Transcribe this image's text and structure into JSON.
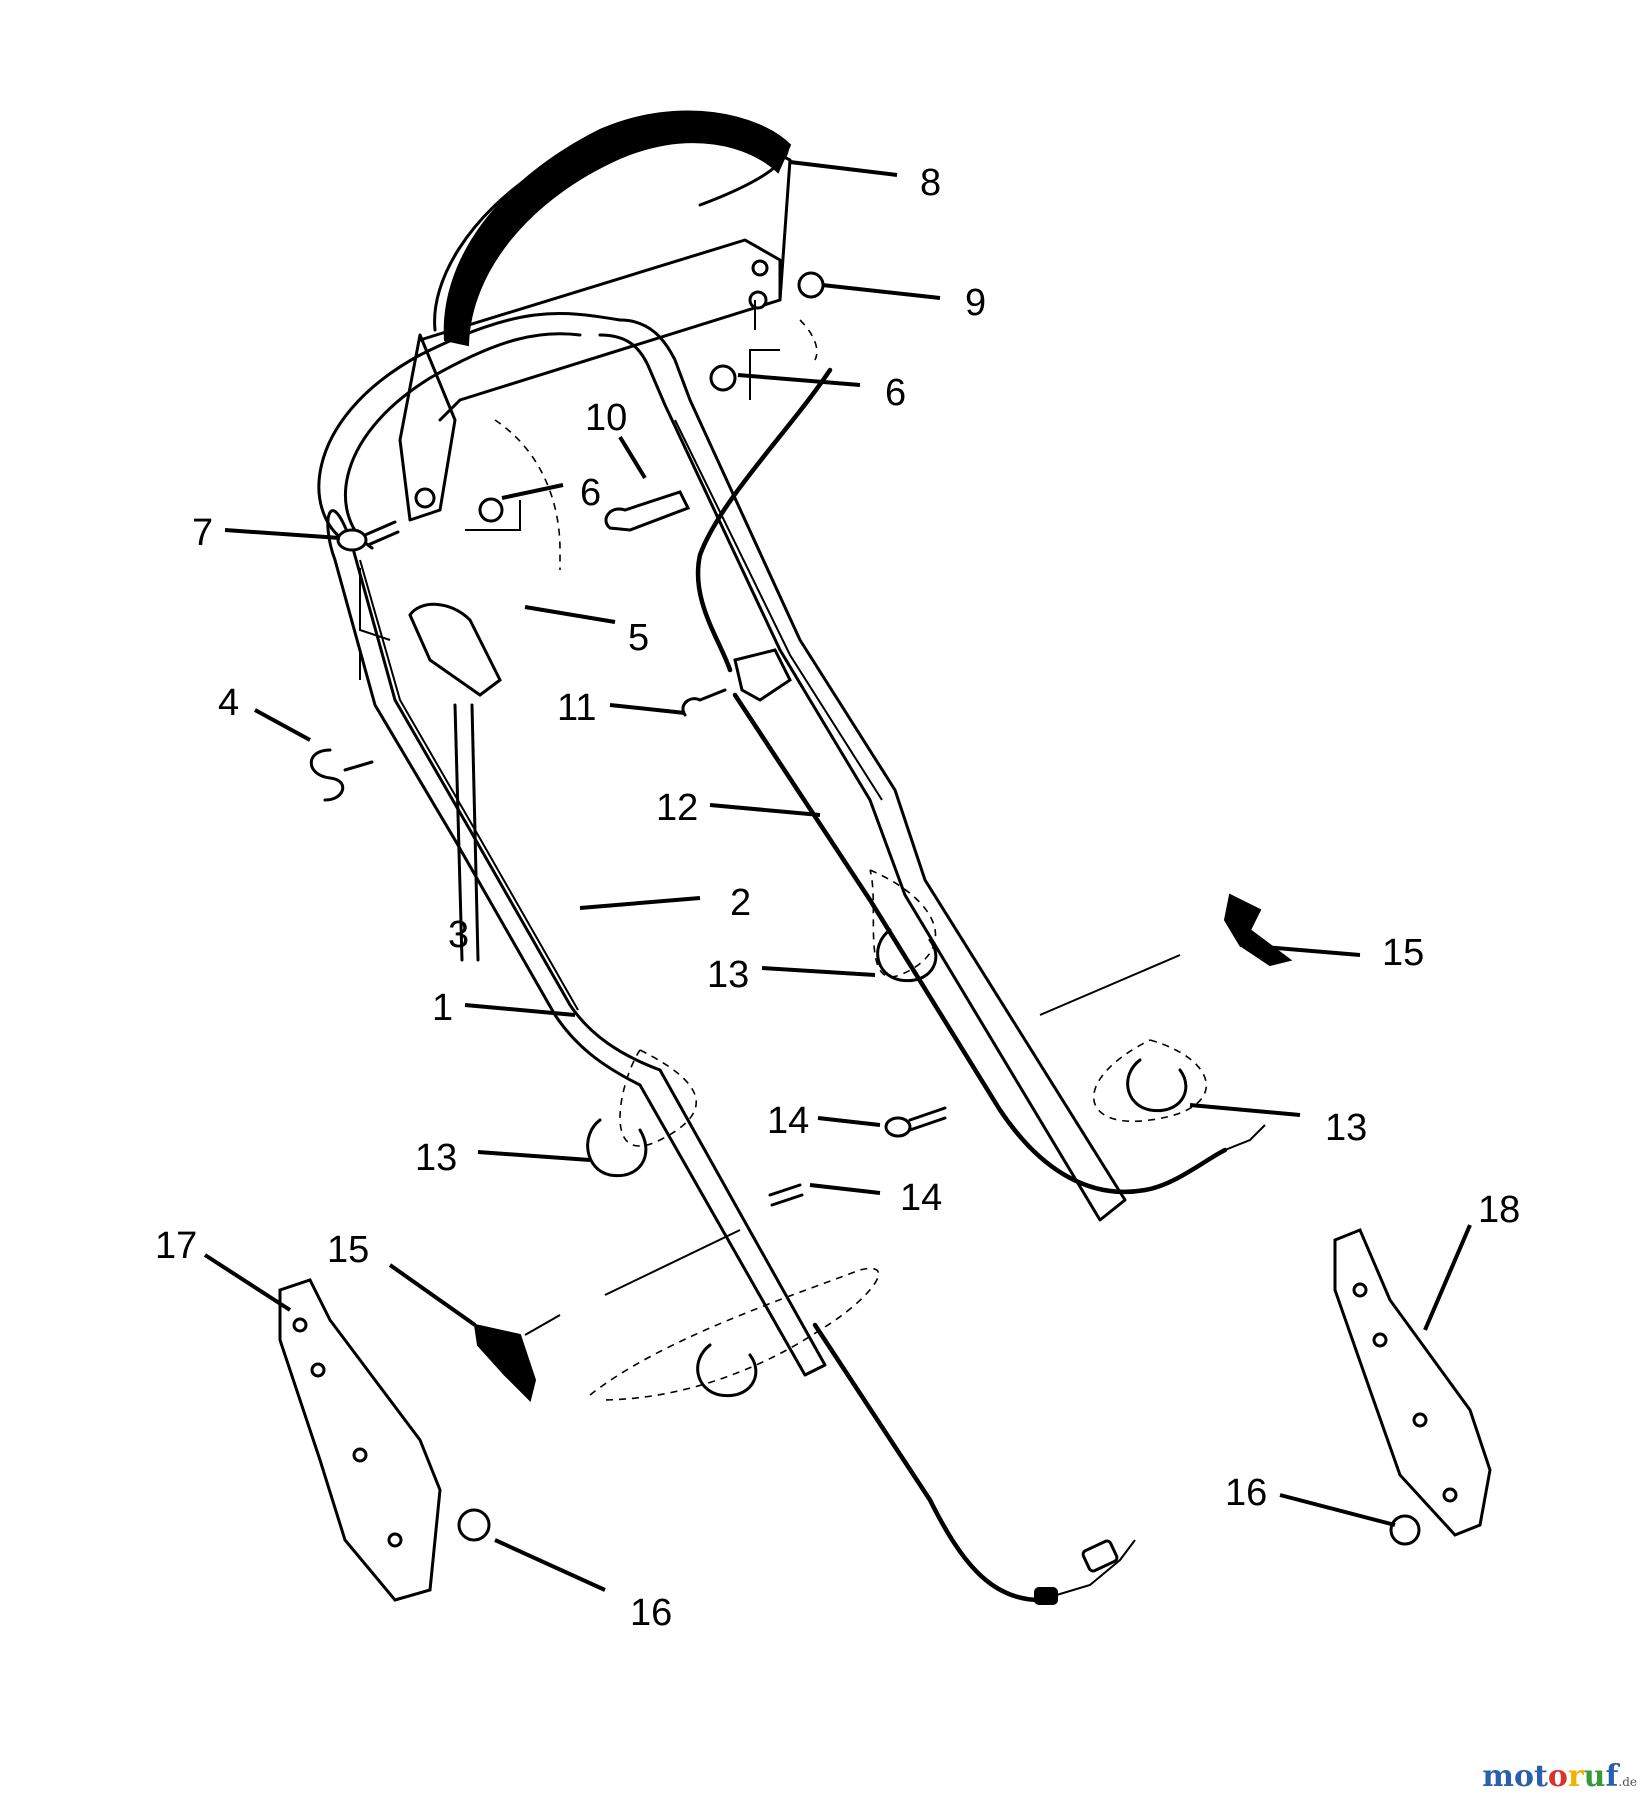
{
  "labels": {
    "p1": "1",
    "p2": "2",
    "p3": "3",
    "p4": "4",
    "p5": "5",
    "p6a": "6",
    "p6b": "6",
    "p7": "7",
    "p8": "8",
    "p9": "9",
    "p10": "10",
    "p11": "11",
    "p12": "12",
    "p13a": "13",
    "p13b": "13",
    "p13c": "13",
    "p14a": "14",
    "p14b": "14",
    "p15a": "15",
    "p15b": "15",
    "p16a": "16",
    "p16b": "16",
    "p17": "17",
    "p18": "18"
  },
  "watermark": {
    "letters": [
      "m",
      "o",
      "t",
      "o",
      "r",
      "u",
      "f"
    ],
    "letter_colors": [
      "#2a5fb0",
      "#2a5fb0",
      "#2a5fb0",
      "#d9342b",
      "#f2b300",
      "#3a9a3a",
      "#2a5fb0"
    ],
    "tld": ".de"
  }
}
